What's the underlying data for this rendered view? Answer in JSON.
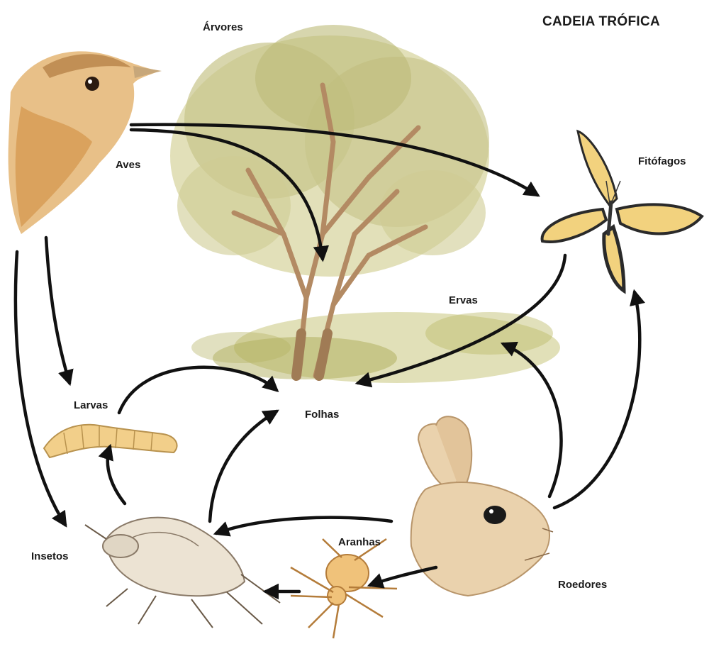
{
  "title": "CADEIA TRÓFICA",
  "labels": {
    "arvores": "Árvores",
    "aves": "Aves",
    "fitofagos": "Fitófagos",
    "ervas": "Ervas",
    "larvas": "Larvas",
    "folhas": "Folhas",
    "insetos": "Insetos",
    "aranhas": "Aranhas",
    "roedores": "Roedores"
  },
  "colors": {
    "arrow": "#111111",
    "foliage": "#c8c58a",
    "foliage_dark": "#9c9a55",
    "trunk": "#b8926a",
    "grass": "#a9a64e",
    "bird": "#e0b070",
    "larva": "#f2cf8a",
    "beetle": "#ece3d3",
    "spider": "#f0c27a",
    "rabbit": "#ead2ad",
    "butterfly_wing": "#f2d27e",
    "butterfly_dark": "#2a2a2a"
  }
}
